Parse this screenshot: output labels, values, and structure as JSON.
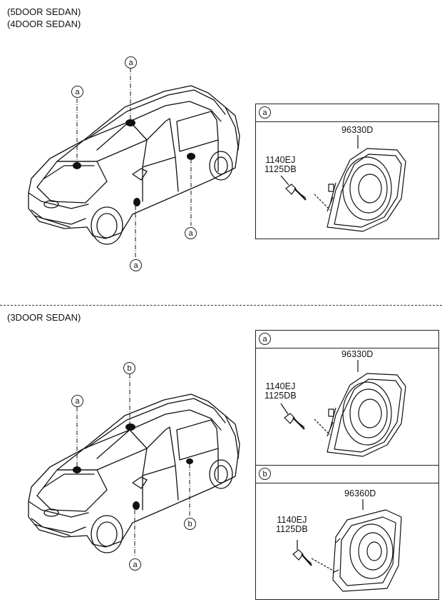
{
  "sections": [
    {
      "variant_lines": [
        "(5DOOR SEDAN)",
        "(4DOOR SEDAN)"
      ]
    },
    {
      "variant_lines": [
        "(3DOOR SEDAN)"
      ]
    }
  ],
  "callouts": {
    "a": "a",
    "b": "b"
  },
  "panels": [
    {
      "key": "a",
      "part_number": "96330D",
      "screw_codes": [
        "1140EJ",
        "1125DB"
      ]
    },
    {
      "key": "a",
      "part_number": "96330D",
      "screw_codes": [
        "1140EJ",
        "1125DB"
      ]
    },
    {
      "key": "b",
      "part_number": "96360D",
      "screw_codes": [
        "1140EJ",
        "1125DB"
      ]
    }
  ]
}
